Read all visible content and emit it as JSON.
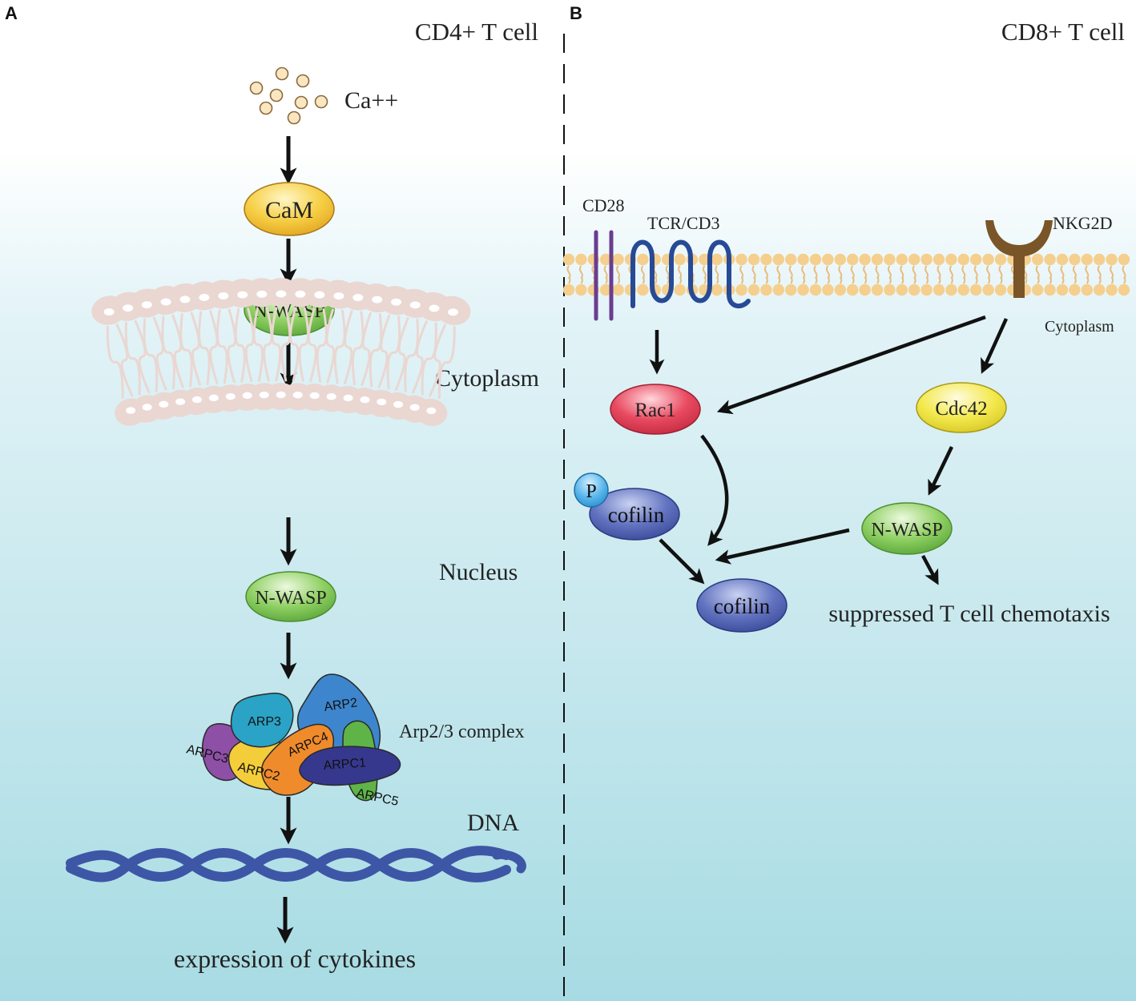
{
  "panel_a": {
    "letter": "A",
    "title": "CD4+ T cell",
    "calcium_label": "Ca++",
    "cam_label": "CaM",
    "nwasp_cyto_label": "N-WASP",
    "cytoplasm_label": "Cytoplasm",
    "nucleus_label": "Nucleus",
    "nwasp_nuc_label": "N-WASP",
    "arp_complex_label": "Arp2/3 complex",
    "arp_subunits": {
      "arp3": "ARP3",
      "arp2": "ARP2",
      "arpc3": "ARPC3",
      "arpc2": "ARPC2",
      "arpc4": "ARPC4",
      "arpc1": "ARPC1",
      "arpc5": "ARPC5"
    },
    "dna_label": "DNA",
    "output_label": "expression of cytokines"
  },
  "panel_b": {
    "letter": "B",
    "title": "CD8+ T cell",
    "cd28_label": "CD28",
    "tcr_label": "TCR/CD3",
    "nkg2d_label": "NKG2D",
    "cytoplasm_label": "Cytoplasm",
    "rac1_label": "Rac1",
    "cdc42_label": "Cdc42",
    "p_label": "P",
    "pcofilin_label": "cofilin",
    "cofilin_label": "cofilin",
    "nwasp_label": "N-WASP",
    "output_label": "suppressed T cell chemotaxis"
  },
  "colors": {
    "bg_top": "#ffffff",
    "bg_bottom": "#a7dbe3",
    "arrow": "#111111",
    "membrane_bead": "#f5cf8e",
    "membrane_tail": "#e7bd7e",
    "nuclear_membrane": "#ead7d2",
    "cd28": "#6a3d8f",
    "tcr": "#274a96",
    "nkg2d": "#7a5527",
    "dna": "#3d57a6",
    "cam": "#f3c33b",
    "nwasp": "#7cc655",
    "rac1": "#dc3b53",
    "cdc42": "#eee23c",
    "cofilin": "#5466b3",
    "phospho": "#42a7e3"
  }
}
